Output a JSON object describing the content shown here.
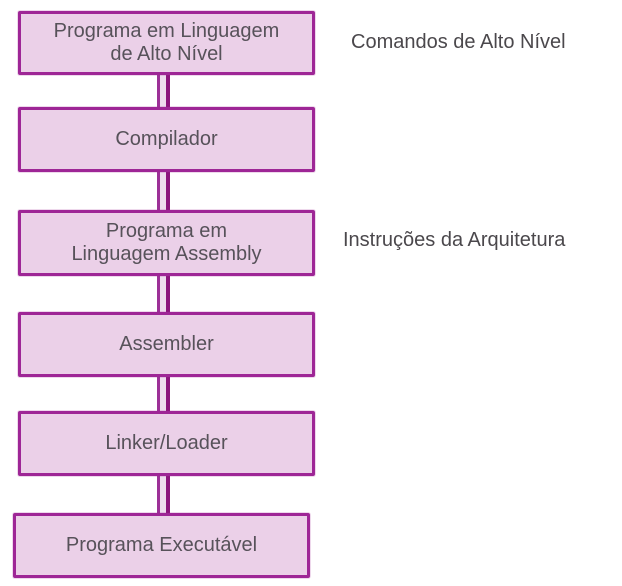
{
  "diagram": {
    "nodes": [
      {
        "id": "high-level-program",
        "label": "Programa em Linguagem\nde Alto Nível"
      },
      {
        "id": "compiler",
        "label": "Compilador"
      },
      {
        "id": "assembly-program",
        "label": "Programa em\nLinguagem Assembly"
      },
      {
        "id": "assembler",
        "label": "Assembler"
      },
      {
        "id": "linker-loader",
        "label": "Linker/Loader"
      },
      {
        "id": "executable-program",
        "label": "Programa Executável"
      }
    ],
    "annotations": [
      {
        "text": "Comandos de Alto Nível",
        "attached_to": "high-level-program"
      },
      {
        "text": "Instruções da Arquitetura",
        "attached_to": "assembly-program"
      }
    ],
    "colors": {
      "node_fill": "#ebd0e8",
      "node_border": "#9e2696",
      "connector_core": "#eedcee",
      "connector_edge_left": "#9c3097",
      "connector_edge_right": "#8c157d",
      "node_text": "#57525a",
      "annotation_text": "#4b484c"
    }
  }
}
